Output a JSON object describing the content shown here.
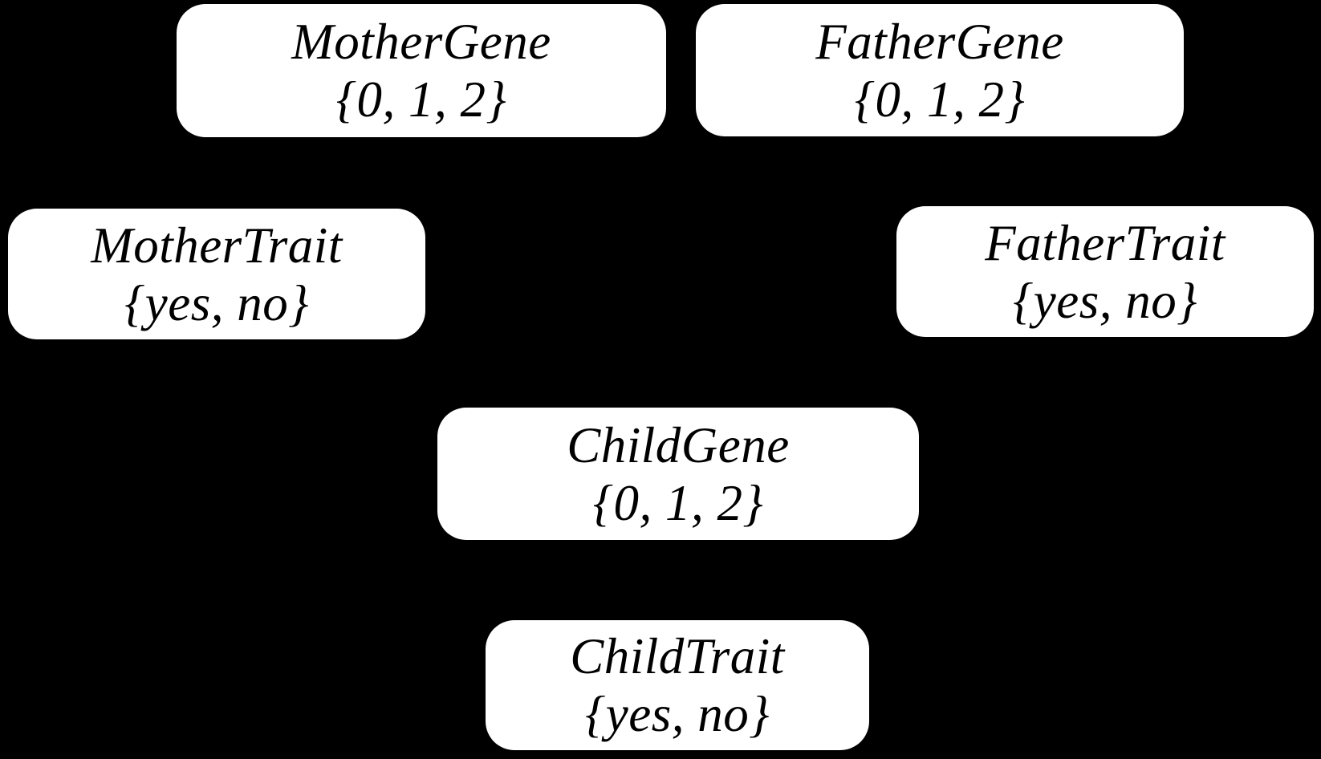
{
  "colors": {
    "background": "#000000",
    "node_fill": "#ffffff",
    "node_text": "#000000"
  },
  "nodes": {
    "mother_gene": {
      "label": "MotherGene",
      "values": "{0, 1, 2}"
    },
    "father_gene": {
      "label": "FatherGene",
      "values": "{0, 1, 2}"
    },
    "mother_trait": {
      "label": "MotherTrait",
      "values": "{yes, no}"
    },
    "father_trait": {
      "label": "FatherTrait",
      "values": "{yes, no}"
    },
    "child_gene": {
      "label": "ChildGene",
      "values": "{0, 1, 2}"
    },
    "child_trait": {
      "label": "ChildTrait",
      "values": "{yes, no}"
    }
  }
}
